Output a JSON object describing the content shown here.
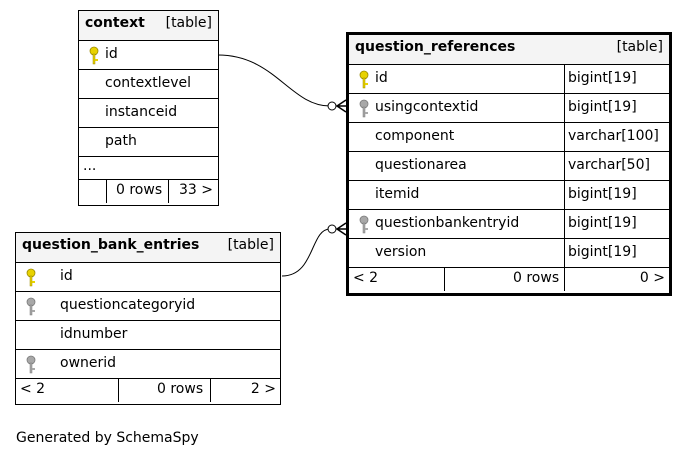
{
  "tables": {
    "context": {
      "name": "context",
      "kind": "[table]",
      "columns": [
        "id",
        "contextlevel",
        "instanceid",
        "path"
      ],
      "ellipsis": "...",
      "footer": {
        "left": "",
        "middle": "0 rows",
        "right": "33 >"
      }
    },
    "question_references": {
      "name": "question_references",
      "kind": "[table]",
      "columns": [
        {
          "name": "id",
          "type": "bigint[19]"
        },
        {
          "name": "usingcontextid",
          "type": "bigint[19]"
        },
        {
          "name": "component",
          "type": "varchar[100]"
        },
        {
          "name": "questionarea",
          "type": "varchar[50]"
        },
        {
          "name": "itemid",
          "type": "bigint[19]"
        },
        {
          "name": "questionbankentryid",
          "type": "bigint[19]"
        },
        {
          "name": "version",
          "type": "bigint[19]"
        }
      ],
      "footer": {
        "left": "< 2",
        "middle": "0 rows",
        "right": "0 >"
      }
    },
    "question_bank_entries": {
      "name": "question_bank_entries",
      "kind": "[table]",
      "columns": [
        "id",
        "questioncategoryid",
        "idnumber",
        "ownerid"
      ],
      "footer": {
        "left": "< 2",
        "middle": "0 rows",
        "right": "2 >"
      }
    }
  },
  "key_colors": {
    "primary": "#e8d200",
    "foreign": "#a8a8a8"
  },
  "generated_by": "Generated by SchemaSpy"
}
